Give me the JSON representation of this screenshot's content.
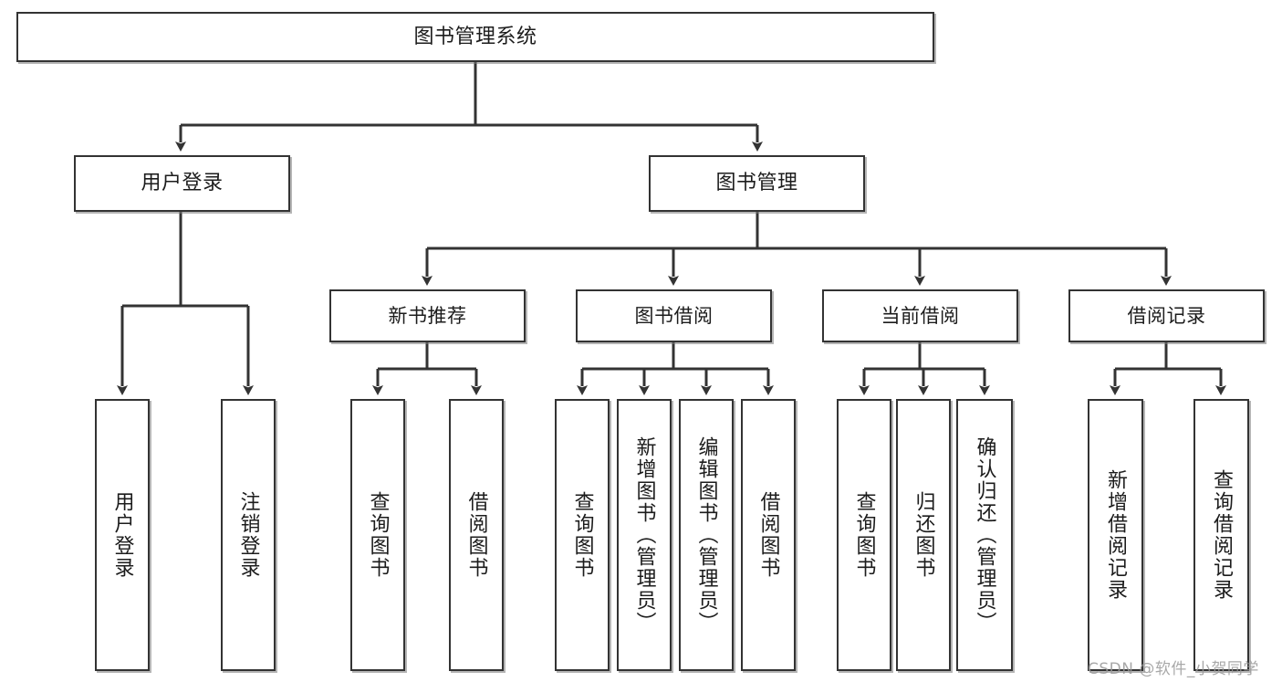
{
  "diagram": {
    "type": "tree",
    "title": "图书管理系统",
    "root": {
      "label": "图书管理系统"
    },
    "level1": [
      {
        "label": "用户登录"
      },
      {
        "label": "图书管理"
      }
    ],
    "level2": [
      {
        "label": "新书推荐"
      },
      {
        "label": "图书借阅"
      },
      {
        "label": "当前借阅"
      },
      {
        "label": "借阅记录"
      }
    ],
    "leaves": {
      "user_login": [
        {
          "label": "用户登录"
        },
        {
          "label": "注销登录"
        }
      ],
      "new_book_recommend": [
        {
          "label": "查询图书"
        },
        {
          "label": "借阅图书"
        }
      ],
      "book_borrow": [
        {
          "label": "查询图书"
        },
        {
          "label": "新增图书（管理员）"
        },
        {
          "label": "编辑图书（管理员）"
        },
        {
          "label": "借阅图书"
        }
      ],
      "current_borrow": [
        {
          "label": "查询图书"
        },
        {
          "label": "归还图书"
        },
        {
          "label": "确认归还（管理员）"
        }
      ],
      "borrow_record": [
        {
          "label": "新增借阅记录"
        },
        {
          "label": "查询借阅记录"
        }
      ]
    }
  },
  "watermark": {
    "text": "CSDN @软件_小贺同学"
  },
  "colors": {
    "box_border": "#333333",
    "box_fill": "#ffffff",
    "edge": "#333333",
    "text": "#1c1c1c",
    "watermark": "#9a9a9a"
  }
}
